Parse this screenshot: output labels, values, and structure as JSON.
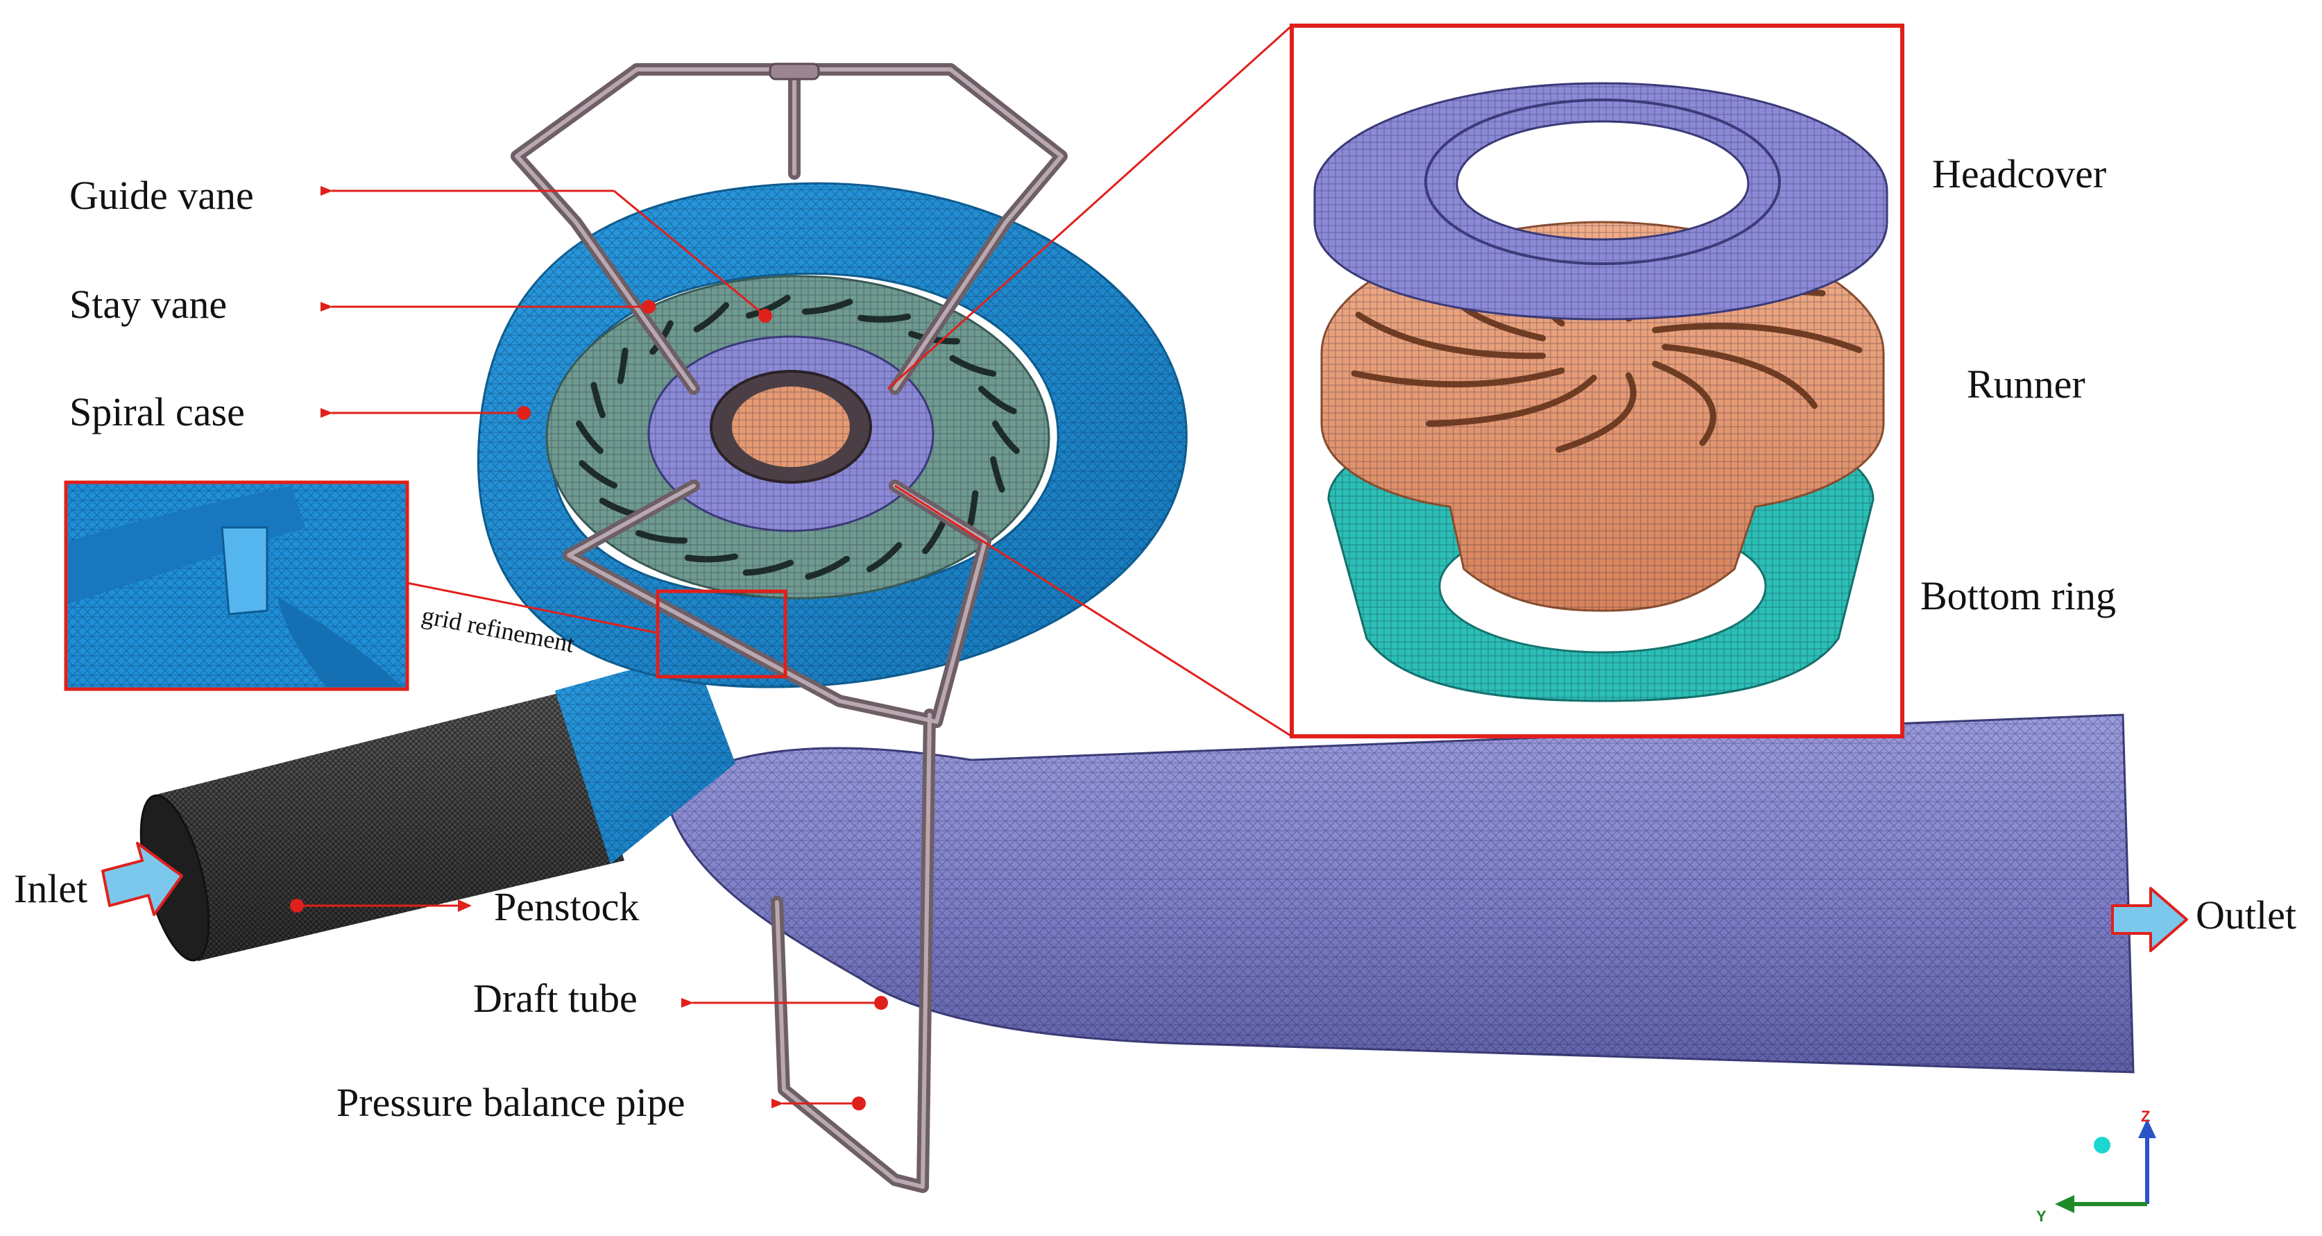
{
  "labels": {
    "guide_vane": "Guide vane",
    "stay_vane": "Stay vane",
    "spiral_case": "Spiral case",
    "grid_refinement": "grid refinement",
    "inlet": "Inlet",
    "penstock": "Penstock",
    "draft_tube": "Draft tube",
    "pressure_balance_pipe": "Pressure balance pipe",
    "outlet": "Outlet",
    "headcover": "Headcover",
    "runner": "Runner",
    "bottom_ring": "Bottom ring"
  },
  "axes": {
    "z": "Z",
    "y": "Y"
  },
  "colors": {
    "spiral_case": "#1f8fd6",
    "stay_guide_vanes": "#6f9a8f",
    "headcover": "#8c8ad6",
    "runner": "#e59a72",
    "bottom_ring": "#2bbfb5",
    "draft_tube": "#7f80c8",
    "penstock": "#4a4a4a",
    "pipe": "#9a8590",
    "callout": "#e0201b",
    "flow_arrow": "#7cc8ec"
  }
}
